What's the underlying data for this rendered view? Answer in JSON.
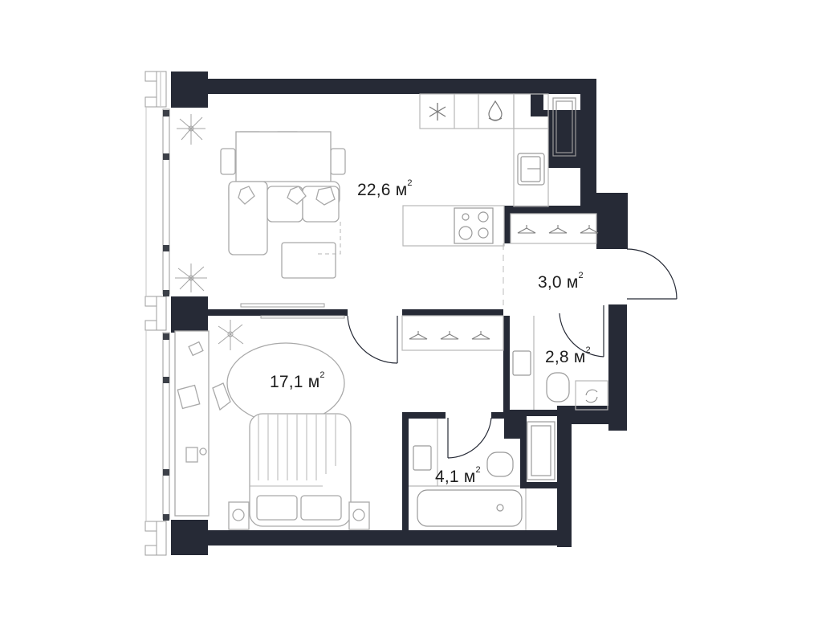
{
  "plan": {
    "wall_color": "#262a36",
    "rooms": [
      {
        "id": "living-kitchen",
        "area": "22,6",
        "unit": "м",
        "sup": "2"
      },
      {
        "id": "hallway",
        "area": "3,0",
        "unit": "м",
        "sup": "2"
      },
      {
        "id": "wc",
        "area": "2,8",
        "unit": "м",
        "sup": "2"
      },
      {
        "id": "bedroom",
        "area": "17,1",
        "unit": "м",
        "sup": "2"
      },
      {
        "id": "bathroom",
        "area": "4,1",
        "unit": "м",
        "sup": "2"
      }
    ],
    "icons": [
      "fridge-snowflake-icon",
      "water-drop-icon",
      "washing-machine-icon",
      "hanger-icon"
    ]
  }
}
